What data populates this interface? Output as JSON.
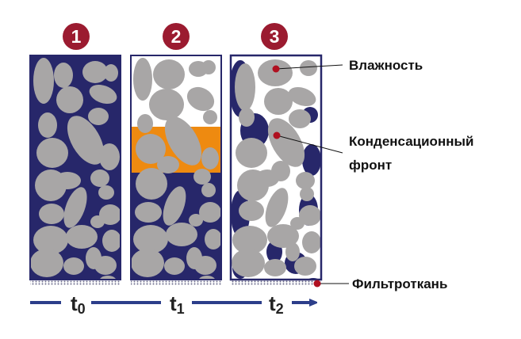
{
  "columns": [
    {
      "badge": "1",
      "time": "t",
      "time_sub": "0"
    },
    {
      "badge": "2",
      "time": "t",
      "time_sub": "1"
    },
    {
      "badge": "3",
      "time": "t",
      "time_sub": "2"
    }
  ],
  "labels": {
    "moisture": "Влажность",
    "front_line1": "Конденсационный",
    "front_line2": "фронт",
    "filter": "Фильтроткань"
  },
  "colors": {
    "liquid": "#27276a",
    "particle": "#a8a6a6",
    "front": "#ee8a10",
    "badge": "#9b1b30",
    "arrow": "#2c3e8a",
    "dot": "#b01020",
    "filter_dots": "#6a6a8a"
  }
}
